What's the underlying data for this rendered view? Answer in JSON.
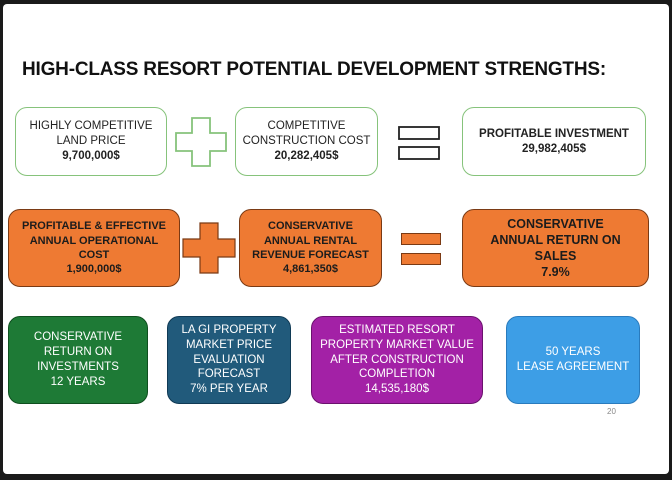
{
  "title": "HIGH-CLASS RESORT POTENTIAL DEVELOPMENT STRENGTHS:",
  "row1": {
    "land": {
      "lines": [
        "HIGHLY COMPETITIVE",
        "LAND PRICE"
      ],
      "value": "9,700,000$"
    },
    "construction": {
      "lines": [
        "COMPETITIVE",
        "CONSTRUCTION COST"
      ],
      "value": "20,282,405$"
    },
    "investment": {
      "lines": [
        "PROFITABLE INVESTMENT"
      ],
      "value": "29,982,405$"
    }
  },
  "row2": {
    "operational": {
      "lines": [
        "PROFITABLE & EFFECTIVE",
        "ANNUAL OPERATIONAL",
        "COST"
      ],
      "value": "1,900,000$"
    },
    "rental": {
      "lines": [
        "CONSERVATIVE",
        "ANNUAL RENTAL",
        "REVENUE FORECAST"
      ],
      "value": "4,861,350$"
    },
    "return_sales": {
      "lines": [
        "CONSERVATIVE",
        "ANNUAL RETURN ON",
        "SALES"
      ],
      "value": "7.9%"
    }
  },
  "row3": {
    "roi": {
      "lines": [
        "CONSERVATIVE",
        "RETURN ON",
        "INVESTMENTS",
        "12 YEARS"
      ]
    },
    "market": {
      "lines": [
        "LA GI PROPERTY",
        "MARKET PRICE",
        "EVALUATION",
        "FORECAST",
        "7% PER YEAR"
      ]
    },
    "resort_value": {
      "lines": [
        "ESTIMATED RESORT",
        "PROPERTY MARKET VALUE",
        "AFTER CONSTRUCTION",
        "COMPLETION"
      ],
      "value": "14,535,180$"
    },
    "lease": {
      "lines": [
        "50 YEARS",
        "LEASE AGREEMENT"
      ]
    }
  },
  "page_number": "20",
  "colors": {
    "green_outline": "#86c37b",
    "orange": "#ee7a33",
    "dark_green": "#1e7a36",
    "navy": "#215a7b",
    "purple": "#a321a6",
    "light_blue": "#3d9ee6"
  }
}
